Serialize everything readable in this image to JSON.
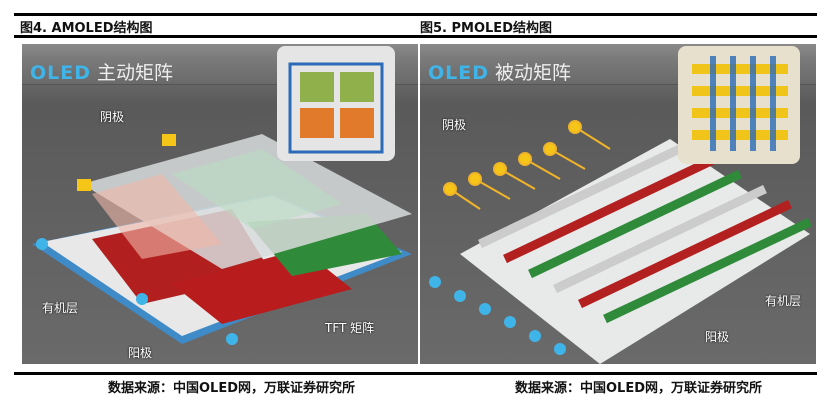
{
  "figures": [
    {
      "title": "图4. AMOLED结构图",
      "panel_oled": "OLED",
      "panel_title": "主动矩阵",
      "labels": {
        "cathode": "阴极",
        "organic": "有机层",
        "anode": "阳极",
        "tft": "TFT 矩阵"
      },
      "source": "数据来源：中国OLED网，万联证券研究所"
    },
    {
      "title": "图5. PMOLED结构图",
      "panel_oled": "OLED",
      "panel_title": "被动矩阵",
      "labels": {
        "cathode": "阴极",
        "organic": "有机层",
        "anode": "阳极"
      },
      "source": "数据来源：中国OLED网，万联证券研究所"
    }
  ]
}
